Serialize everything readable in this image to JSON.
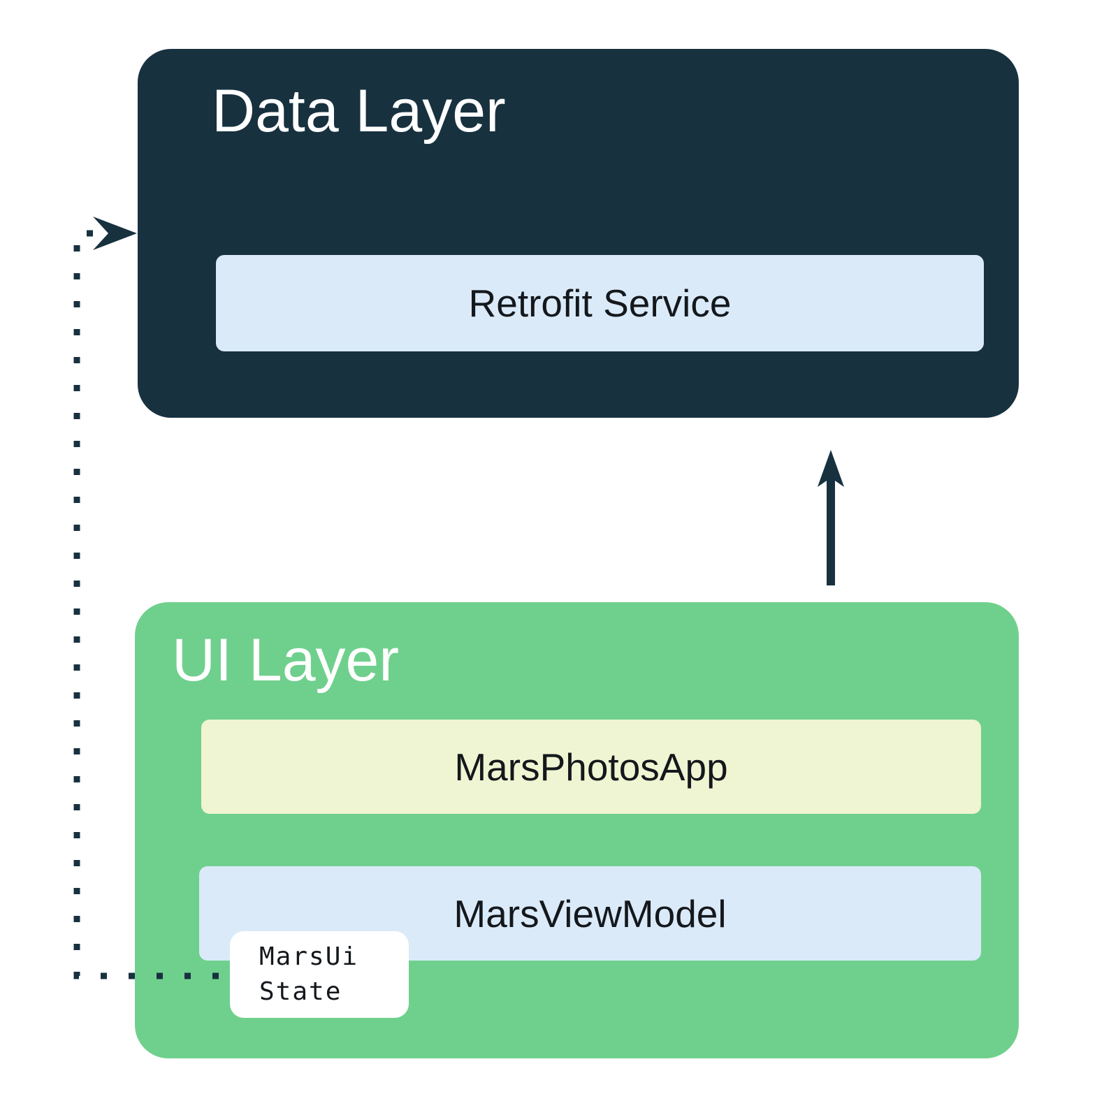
{
  "data_layer": {
    "title": "Data Layer",
    "service_label": "Retrofit Service"
  },
  "ui_layer": {
    "title": "UI Layer",
    "app_label": "MarsPhotosApp",
    "viewmodel_label": "MarsViewModel",
    "ui_state_line1": "MarsUi",
    "ui_state_line2": "State"
  },
  "connectors": {
    "solid_arrow": "ui-layer-to-data-layer",
    "dotted_arrow": "marsui-state-to-data-layer"
  },
  "colors": {
    "navy": "#17313F",
    "green": "#6FD08D",
    "light_blue": "#DAEAF9",
    "pale_yellow": "#EFF4D2",
    "box_white": "#FFFFFF",
    "label_dark": "#14181C",
    "title_light": "#FFFFFF"
  }
}
